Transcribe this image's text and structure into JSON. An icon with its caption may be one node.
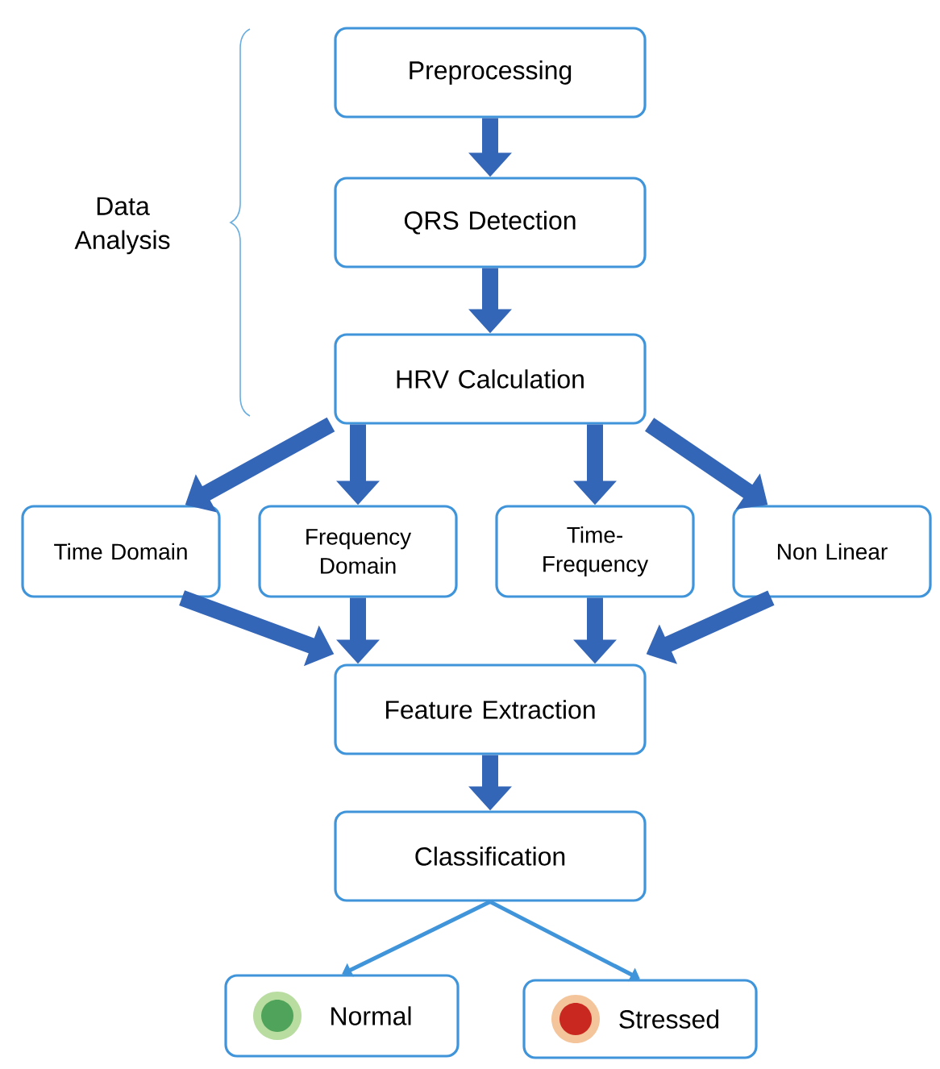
{
  "diagram": {
    "nodes": [
      {
        "text": [
          "Preprocessing"
        ]
      },
      {
        "text": [
          "QRS Detection"
        ]
      },
      {
        "text": [
          "HRV Calculation"
        ]
      },
      {
        "text": [
          "Time Domain"
        ]
      },
      {
        "text": [
          "Frequency Domain"
        ]
      },
      {
        "text": [
          "Time- Frequency"
        ]
      },
      {
        "text": [
          "Non Linear"
        ]
      },
      {
        "text": [
          "Feature Extraction"
        ]
      },
      {
        "text": [
          "Classification"
        ]
      },
      {
        "text": [
          "Normal"
        ]
      },
      {
        "text": [
          "Stressed"
        ]
      }
    ],
    "edges": [
      {
        "from": 0,
        "to": 1,
        "arrow": "to"
      },
      {
        "from": 1,
        "to": 2,
        "arrow": "to"
      },
      {
        "from": 2,
        "to": 3,
        "arrow": "to"
      },
      {
        "from": 2,
        "to": 4,
        "arrow": "to"
      },
      {
        "from": 2,
        "to": 5,
        "arrow": "to"
      },
      {
        "from": 2,
        "to": 6,
        "arrow": "to"
      },
      {
        "from": 3,
        "to": 7,
        "arrow": "to"
      },
      {
        "from": 4,
        "to": 7,
        "arrow": "to"
      },
      {
        "from": 5,
        "to": 7,
        "arrow": "to"
      },
      {
        "from": 6,
        "to": 7,
        "arrow": "to"
      },
      {
        "from": 7,
        "to": 8,
        "arrow": "to"
      },
      {
        "from": 8,
        "to": 9,
        "arrow": "to",
        "color": "#3f94da"
      },
      {
        "from": 8,
        "to": 10,
        "arrow": "to",
        "color": "#3f94da"
      }
    ],
    "labels": [
      "Data Analysis"
    ]
  }
}
